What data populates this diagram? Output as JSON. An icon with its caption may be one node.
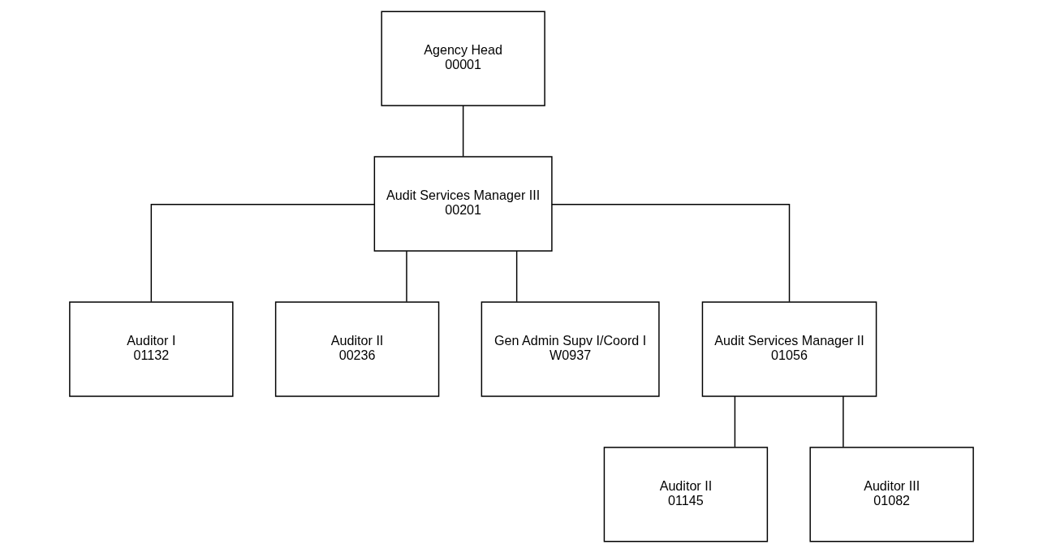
{
  "diagram": {
    "nodes": [
      {
        "text": [
          "Agency Head",
          "00001"
        ]
      },
      {
        "text": [
          "Audit Services Manager III",
          "00201"
        ]
      },
      {
        "text": [
          "Auditor I",
          "01132"
        ]
      },
      {
        "text": [
          "Auditor II",
          "00236"
        ]
      },
      {
        "text": [
          "Gen Admin Supv I/Coord I",
          "W0937"
        ]
      },
      {
        "text": [
          "Audit Services Manager II",
          "01056"
        ]
      },
      {
        "text": [
          "Auditor II",
          "01145"
        ]
      },
      {
        "text": [
          "Auditor III",
          "01082"
        ]
      }
    ],
    "edges": [
      {
        "from": 0,
        "to": 1,
        "arrow": "none"
      },
      {
        "from": 1,
        "to": 2,
        "arrow": "none"
      },
      {
        "from": 1,
        "to": 3,
        "arrow": "none"
      },
      {
        "from": 1,
        "to": 4,
        "arrow": "none"
      },
      {
        "from": 1,
        "to": 5,
        "arrow": "none"
      },
      {
        "from": 5,
        "to": 6,
        "arrow": "none"
      },
      {
        "from": 5,
        "to": 7,
        "arrow": "none"
      }
    ]
  }
}
